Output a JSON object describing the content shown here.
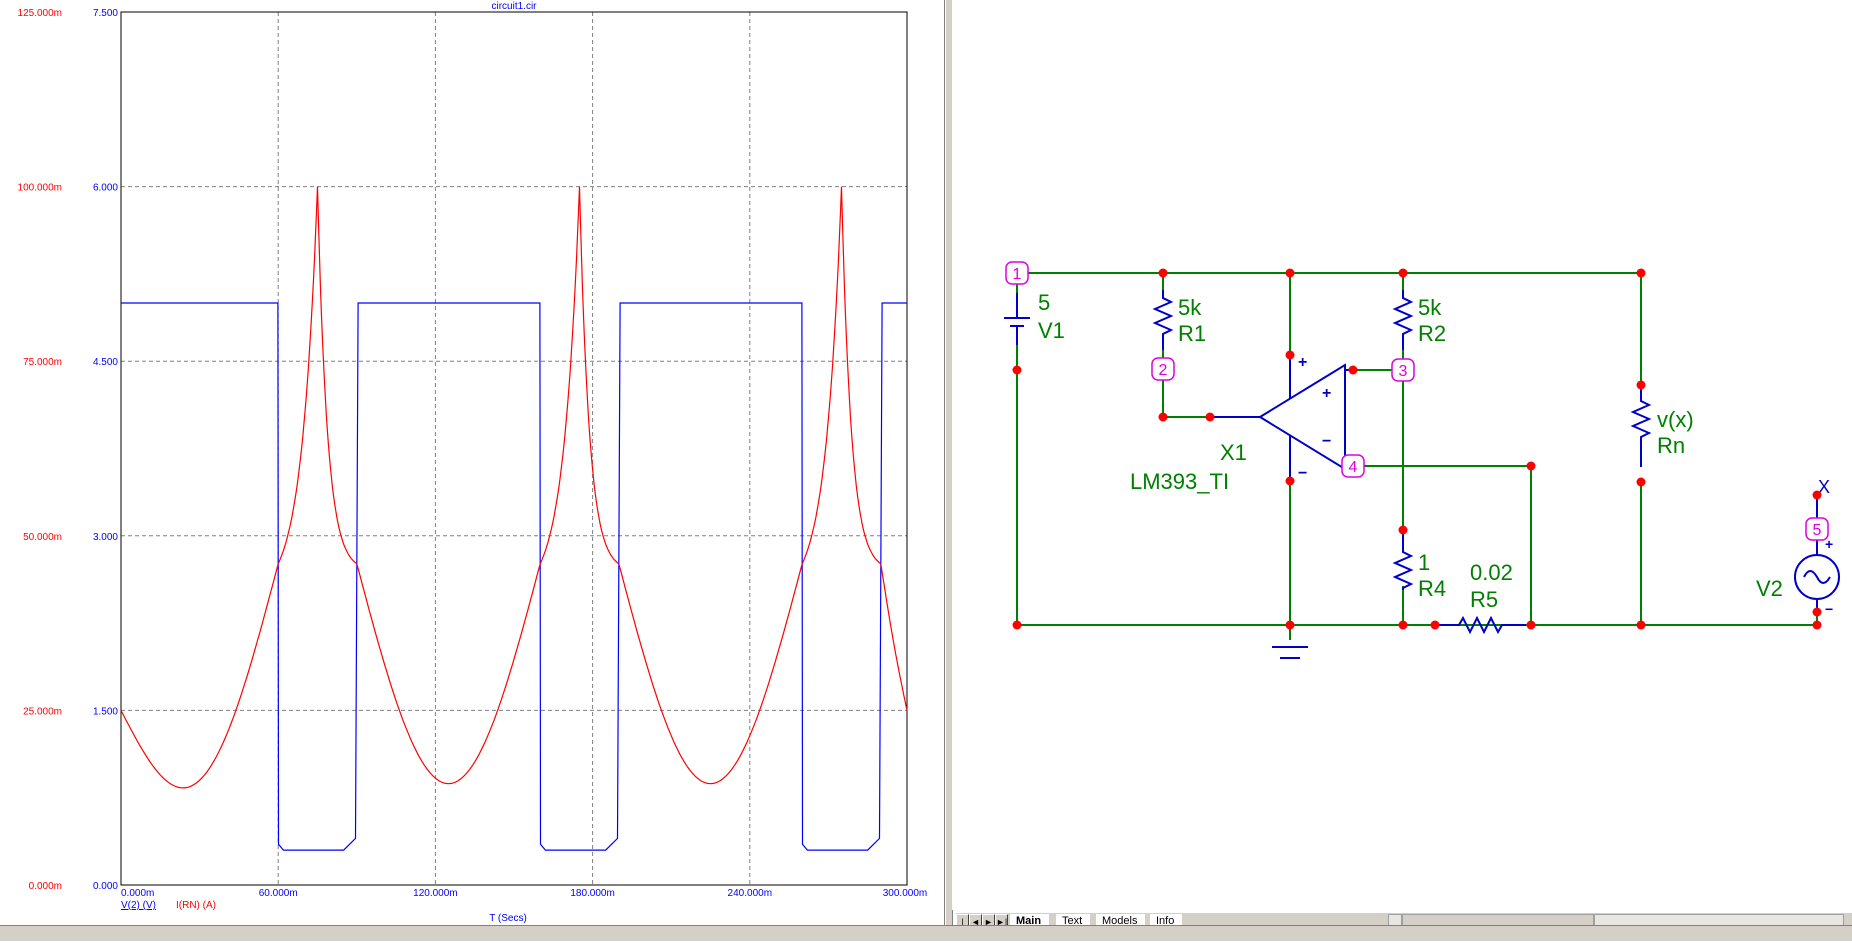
{
  "plot": {
    "title": "circuit1.cir",
    "left_axis_ticks": [
      "125.000m",
      "100.000m",
      "75.000m",
      "50.000m",
      "25.000m",
      "0.000m"
    ],
    "right_axis_ticks": [
      "7.500",
      "6.000",
      "4.500",
      "3.000",
      "1.500",
      "0.000"
    ],
    "x_ticks": [
      "0.000m",
      "60.000m",
      "120.000m",
      "180.000m",
      "240.000m",
      "300.000m"
    ],
    "x_label": "T (Secs)",
    "legend": [
      {
        "label": "V(2) (V)",
        "color": "#0000ff"
      },
      {
        "label": "I(RN) (A)",
        "color": "#ff0000"
      }
    ]
  },
  "chart_data": {
    "type": "line",
    "title": "circuit1.cir",
    "xlabel": "T (Secs)",
    "x_range": [
      0,
      0.3
    ],
    "y_right_range": [
      0,
      7.5
    ],
    "y_left_range": [
      0,
      0.125
    ],
    "grid": true,
    "series": [
      {
        "name": "V(2) (V)",
        "axis": "right",
        "color": "#0000ff",
        "points": [
          [
            0,
            5.0
          ],
          [
            0.0599,
            5.0
          ],
          [
            0.0601,
            0.35
          ],
          [
            0.062,
            0.3
          ],
          [
            0.085,
            0.3
          ],
          [
            0.0895,
            0.4
          ],
          [
            0.0905,
            5.0
          ],
          [
            0.1599,
            5.0
          ],
          [
            0.1601,
            0.35
          ],
          [
            0.162,
            0.3
          ],
          [
            0.185,
            0.3
          ],
          [
            0.1895,
            0.4
          ],
          [
            0.1905,
            5.0
          ],
          [
            0.2599,
            5.0
          ],
          [
            0.2601,
            0.35
          ],
          [
            0.262,
            0.3
          ],
          [
            0.285,
            0.3
          ],
          [
            0.2895,
            0.4
          ],
          [
            0.2905,
            5.0
          ],
          [
            0.3,
            5.0
          ]
        ]
      },
      {
        "name": "I(RN) (A)",
        "axis": "left",
        "color": "#ff0000",
        "points": [
          [
            0,
            0.025
          ],
          [
            0.025,
            0.0145
          ],
          [
            0.06,
            0.046
          ],
          [
            0.075,
            0.1
          ],
          [
            0.09,
            0.046
          ],
          [
            0.125,
            0.0145
          ],
          [
            0.16,
            0.046
          ],
          [
            0.175,
            0.1
          ],
          [
            0.19,
            0.046
          ],
          [
            0.225,
            0.0145
          ],
          [
            0.26,
            0.046
          ],
          [
            0.275,
            0.1
          ],
          [
            0.29,
            0.046
          ],
          [
            0.3,
            0.025
          ]
        ]
      }
    ]
  },
  "schematic": {
    "nodes": [
      "1",
      "2",
      "3",
      "4",
      "5"
    ],
    "components": {
      "v1_value": "5",
      "v1_name": "V1",
      "r1_value": "5k",
      "r1_name": "R1",
      "r2_value": "5k",
      "r2_name": "R2",
      "rn_value": "v(x)",
      "rn_name": "Rn",
      "x1_name": "X1",
      "x1_model": "LM393_TI",
      "r4_value": "1",
      "r4_name": "R4",
      "r5_value": "0.02",
      "r5_name": "R5",
      "v2_name": "V2",
      "v2_x_label": "X"
    },
    "pin_plus": "+",
    "pin_minus": "−"
  },
  "tabs": [
    "Main",
    "Text",
    "Models",
    "Info"
  ],
  "nav_buttons": [
    "|◄",
    "◄",
    "►",
    "►|"
  ],
  "colors": {
    "wire": "#008000",
    "component": "#0000c8",
    "node_dot": "#ff0000",
    "node_label": "#e000e0"
  }
}
